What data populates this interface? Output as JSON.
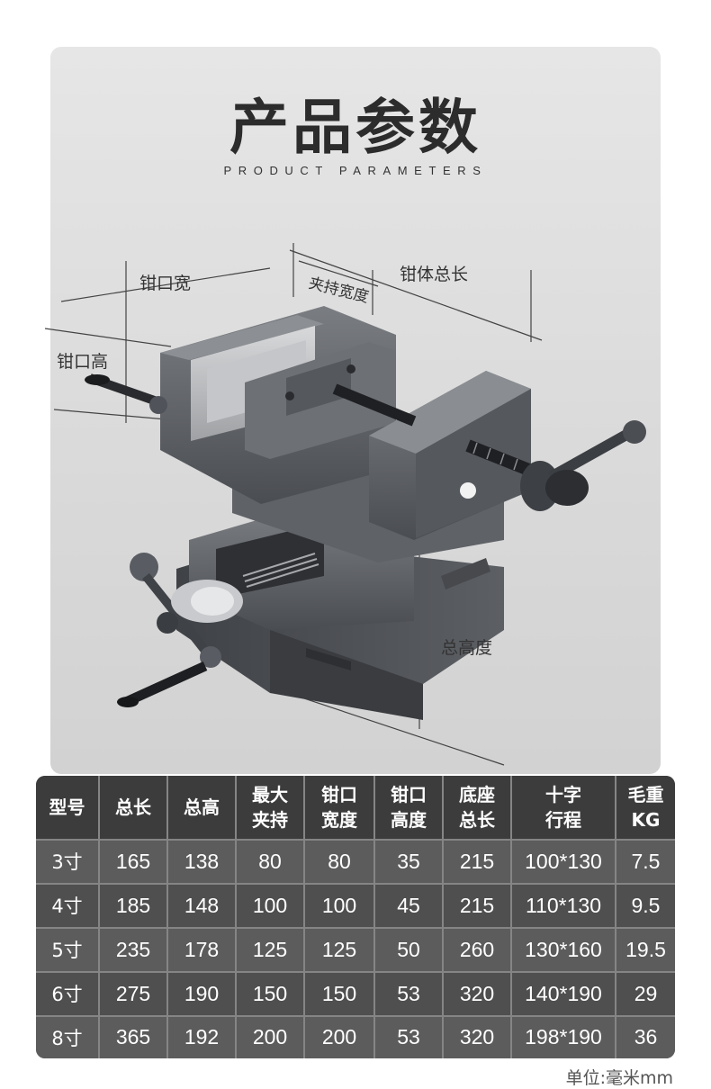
{
  "header": {
    "title": "产品参数",
    "subtitle": "PRODUCT PARAMETERS"
  },
  "diagram": {
    "labels": {
      "jaw_width": "钳口宽",
      "clamp_width": "夹持宽度",
      "body_length": "钳体总长",
      "jaw_height": "钳口高",
      "total_height": "总高度"
    }
  },
  "table": {
    "headers": [
      [
        "型号"
      ],
      [
        "总长"
      ],
      [
        "总高"
      ],
      [
        "最大",
        "夹持"
      ],
      [
        "钳口",
        "宽度"
      ],
      [
        "钳口",
        "高度"
      ],
      [
        "底座",
        "总长"
      ],
      [
        "十字",
        "行程"
      ],
      [
        "毛重",
        "KG"
      ]
    ],
    "rows": [
      [
        "3寸",
        "165",
        "138",
        "80",
        "80",
        "35",
        "215",
        "100*130",
        "7.5"
      ],
      [
        "4寸",
        "185",
        "148",
        "100",
        "100",
        "45",
        "215",
        "110*130",
        "9.5"
      ],
      [
        "5寸",
        "235",
        "178",
        "125",
        "125",
        "50",
        "260",
        "130*160",
        "19.5"
      ],
      [
        "6寸",
        "275",
        "190",
        "150",
        "150",
        "53",
        "320",
        "140*190",
        "29"
      ],
      [
        "8寸",
        "365",
        "192",
        "200",
        "200",
        "53",
        "320",
        "198*190",
        "36"
      ]
    ]
  },
  "footer": {
    "unit": "单位:毫米mm"
  }
}
